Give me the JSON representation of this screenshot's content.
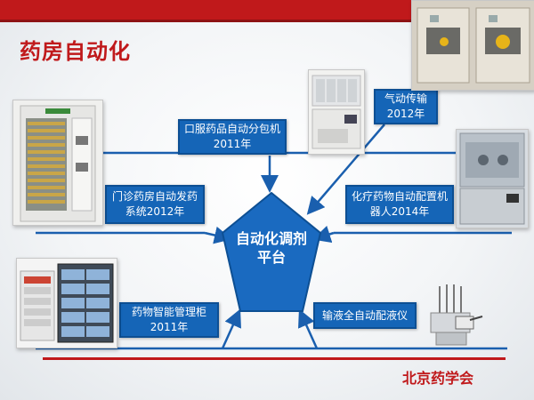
{
  "slide": {
    "title": "药房自动化",
    "footer": "北京药学会",
    "colors": {
      "accent_red": "#c0191b",
      "box_blue": "#1565b7",
      "pentagon_blue": "#1a6ac0"
    }
  },
  "center": {
    "line1": "自动化调剂",
    "line2": "平台"
  },
  "boxes": [
    {
      "line1": "口服药品自动分包机",
      "line2": "2011年"
    },
    {
      "line1": "气动传输",
      "line2": "2012年"
    },
    {
      "line1": "门诊药房自动发药",
      "line2": "系统2012年"
    },
    {
      "line1": "化疗药物自动配置机",
      "line2": "器人2014年"
    },
    {
      "line1": "药物智能管理柜",
      "line2": "2011年"
    },
    {
      "line1": "输液全自动配液仪",
      "line2": ""
    }
  ],
  "photos": [
    {
      "icon": "pneumatic-station-photo"
    },
    {
      "icon": "packaging-machine-photo"
    },
    {
      "icon": "dispensing-cabinet-photo"
    },
    {
      "icon": "chemo-robot-photo"
    },
    {
      "icon": "smart-cabinet-photo"
    },
    {
      "icon": "infusion-device-photo"
    }
  ]
}
